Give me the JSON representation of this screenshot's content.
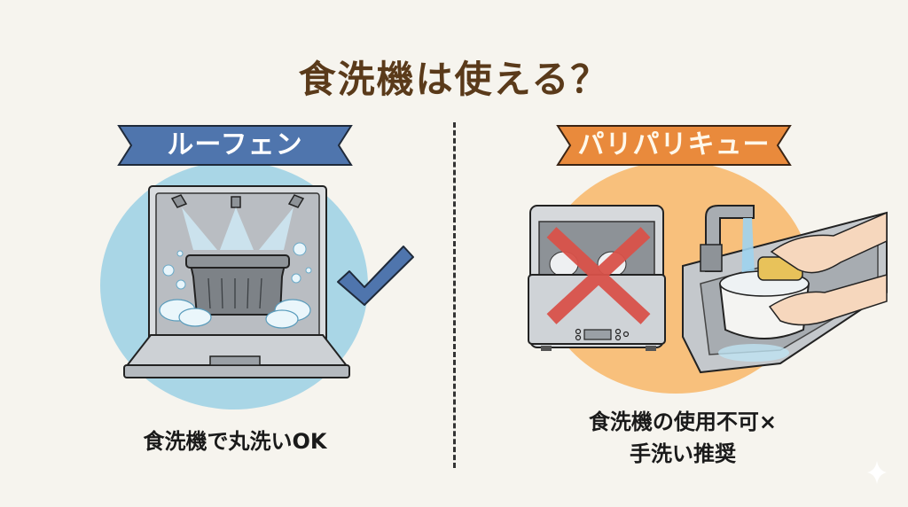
{
  "title": "食洗機は使える？",
  "colors": {
    "background": "#f6f4ee",
    "title": "#5a3a1a",
    "left_accent": "#4f75ad",
    "left_circle": "#a9d6e6",
    "right_accent": "#e98a3c",
    "right_circle": "#f8c07c",
    "cross": "#d9524a"
  },
  "left_panel": {
    "banner_label": "ルーフェン",
    "caption": "食洗機で丸洗いOK",
    "verdict_icon": "check-icon",
    "illustration": "dishwasher-washing-bin"
  },
  "right_panel": {
    "banner_label": "パリパリキュー",
    "caption_line1": "食洗機の使用不可×",
    "caption_line2": "手洗い推奨",
    "verdict_icon": "cross-icon",
    "illustration": "hand-washing-in-sink"
  }
}
